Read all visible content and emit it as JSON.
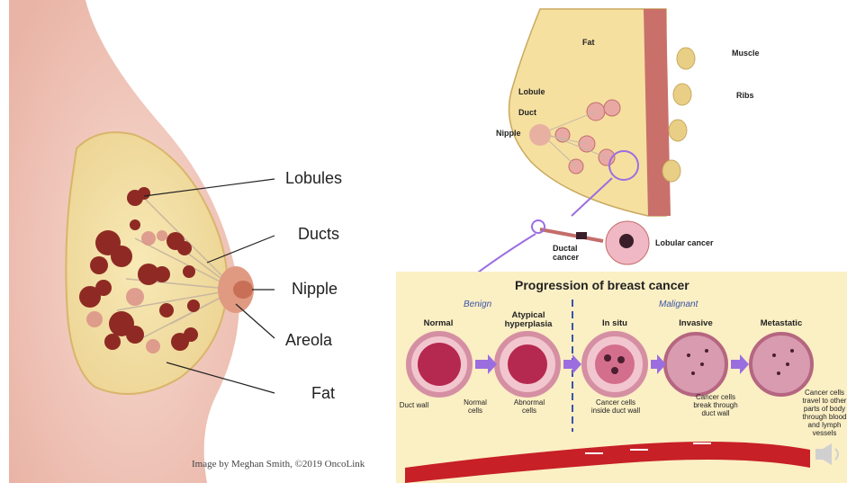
{
  "left_diagram": {
    "labels": {
      "lobules": "Lobules",
      "ducts": "Ducts",
      "nipple": "Nipple",
      "areola": "Areola",
      "fat": "Fat"
    },
    "credit": "Image by Meghan Smith, ©2019 OncoLink"
  },
  "right_top": {
    "labels": {
      "fat": "Fat",
      "muscle": "Muscle",
      "lobule": "Lobule",
      "ribs": "Ribs",
      "duct": "Duct",
      "nipple": "Nipple",
      "ductal_cancer": "Ductal cancer",
      "lobular_cancer": "Lobular cancer"
    }
  },
  "progression": {
    "title": "Progression of breast cancer",
    "benign": "Benign",
    "malignant": "Malignant",
    "stages": {
      "normal": "Normal",
      "atypical": "Atypical hyperplasia",
      "in_situ": "In situ",
      "invasive": "Invasive",
      "metastatic": "Metastatic"
    },
    "notes": {
      "duct_wall": "Duct wall",
      "normal_cells": "Normal cells",
      "abnormal_cells": "Abnormal cells",
      "inside_duct": "Cancer cells inside duct wall",
      "break_through": "Cancer cells break through duct wall",
      "travel": "Cancer cells travel to other parts of body through blood and lymph vessels"
    }
  },
  "colors": {
    "skin": "#f3d0c4",
    "fat": "#f5e3a6",
    "lobule": "#8e2a23",
    "vessel": "#c72027",
    "panel_bg": "#fbefc4",
    "arrow": "#9b6ee0"
  },
  "icons": [
    "speaker-icon"
  ]
}
